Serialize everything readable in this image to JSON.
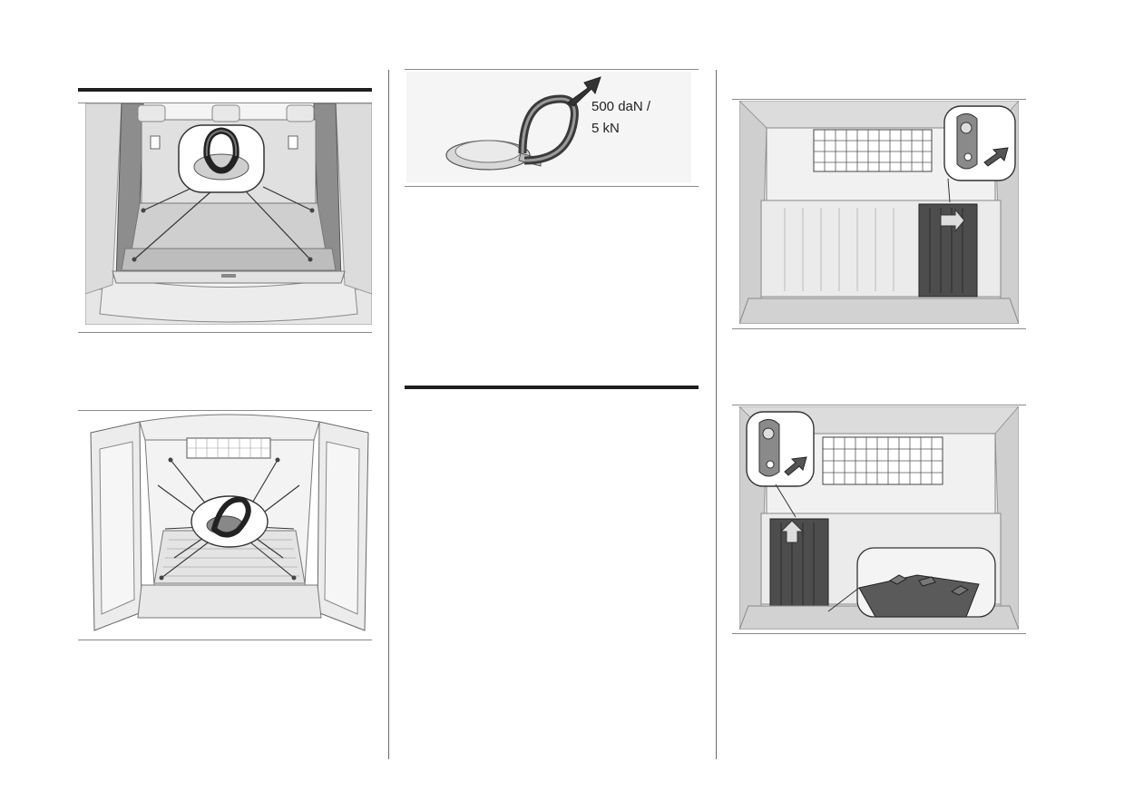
{
  "page": {
    "figures": [
      {
        "id": "cargo-rear-seats-lashing-eyes"
      },
      {
        "id": "lashing-eye-load-rating",
        "label_line1": "500 daN /",
        "label_line2": "5 kN"
      },
      {
        "id": "van-load-floor-lashing-eyes"
      },
      {
        "id": "partition-flap-unlock"
      },
      {
        "id": "partition-flap-lock"
      }
    ]
  }
}
